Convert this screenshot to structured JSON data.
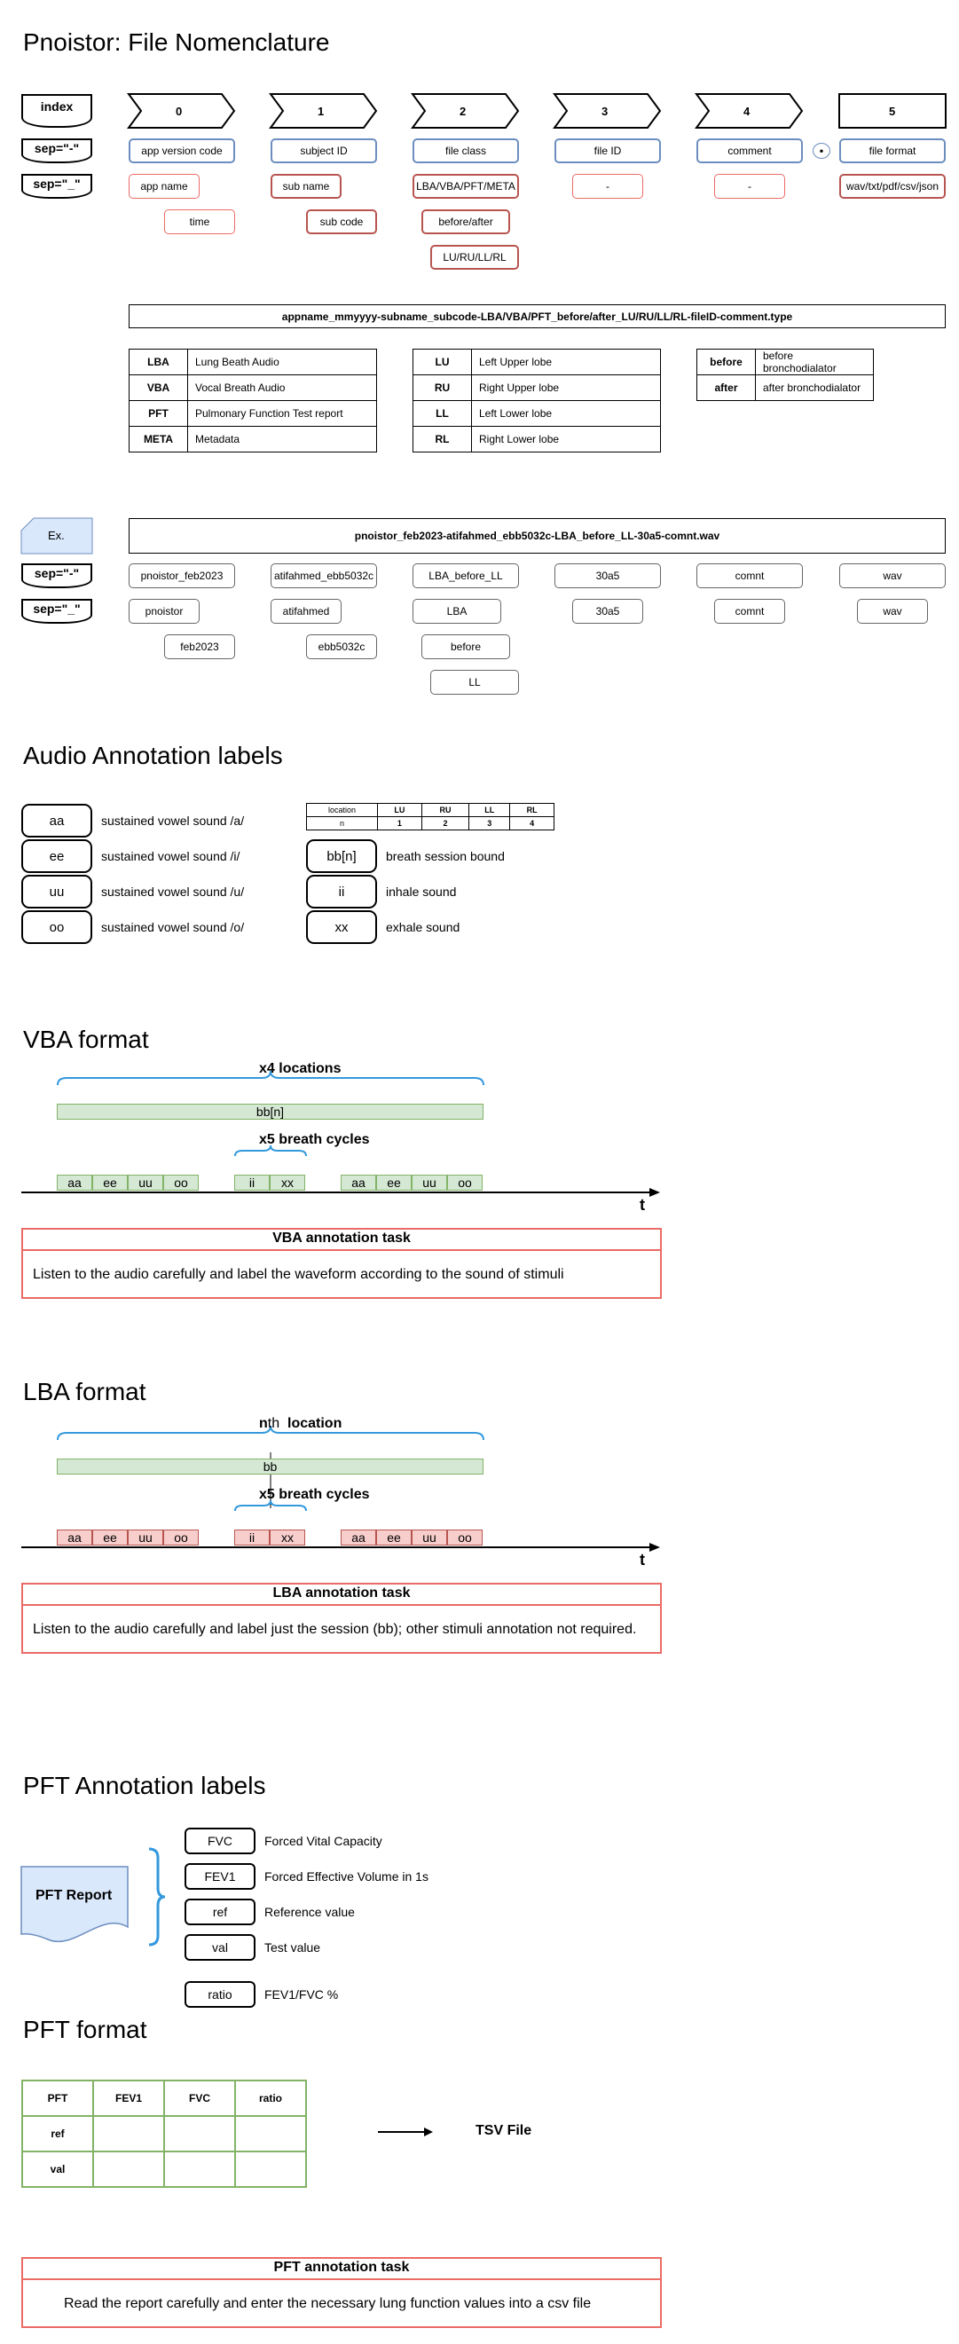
{
  "titles": {
    "nomenclature": "Pnoistor: File Nomenclature",
    "audio_labels": "Audio Annotation labels",
    "vba_format": "VBA format",
    "lba_format": "LBA format",
    "pft_labels": "PFT Annotation labels",
    "pft_format": "PFT format"
  },
  "left_labels": {
    "index": "index",
    "sep_dash": "sep=\"-\"",
    "sep_under": "sep=\"_\"",
    "example": "Ex."
  },
  "indices": [
    "0",
    "1",
    "2",
    "3",
    "4",
    "5"
  ],
  "dot_symbol": "•",
  "dash_fields": [
    "app version code",
    "subject ID",
    "file class",
    "file ID",
    "comment",
    "file format"
  ],
  "under_fields": {
    "c0": [
      "app name",
      "time"
    ],
    "c1": [
      "sub name",
      "sub code"
    ],
    "c2": [
      "LBA/VBA/PFT/META",
      "before/after",
      "LU/RU/LL/RL"
    ],
    "c3": [
      "-"
    ],
    "c4": [
      "-"
    ],
    "c5": [
      "wav/txt/pdf/csv/json"
    ]
  },
  "pattern": "appname_mmyyyy-subname_subcode-LBA/VBA/PFT_before/after_LU/RU/LL/RL-fileID-comment.type",
  "class_table": [
    [
      "LBA",
      "Lung Beath Audio"
    ],
    [
      "VBA",
      "Vocal Breath Audio"
    ],
    [
      "PFT",
      "Pulmonary Function Test report"
    ],
    [
      "META",
      "Metadata"
    ]
  ],
  "lobe_table": [
    [
      "LU",
      "Left Upper lobe"
    ],
    [
      "RU",
      "Right Upper lobe"
    ],
    [
      "LL",
      "Left Lower lobe"
    ],
    [
      "RL",
      "Right Lower lobe"
    ]
  ],
  "timing_table": [
    [
      "before",
      "before bronchodialator"
    ],
    [
      "after",
      "after bronchodialator"
    ]
  ],
  "example": {
    "filename": "pnoistor_feb2023-atifahmed_ebb5032c-LBA_before_LL-30a5-comnt.wav",
    "dash_fields": [
      "pnoistor_feb2023",
      "atifahmed_ebb5032c",
      "LBA_before_LL",
      "30a5",
      "comnt",
      "wav"
    ],
    "under_fields": {
      "c0": [
        "pnoistor",
        "feb2023"
      ],
      "c1": [
        "atifahmed",
        "ebb5032c"
      ],
      "c2": [
        "LBA",
        "before",
        "LL"
      ],
      "c3": [
        "30a5"
      ],
      "c4": [
        "comnt"
      ],
      "c5": [
        "wav"
      ]
    }
  },
  "vowel_labels": [
    {
      "code": "aa",
      "desc": "sustained vowel sound /a/"
    },
    {
      "code": "ee",
      "desc": "sustained vowel sound /i/"
    },
    {
      "code": "uu",
      "desc": "sustained vowel sound /u/"
    },
    {
      "code": "oo",
      "desc": "sustained vowel sound /o/"
    }
  ],
  "location_table": {
    "headers": [
      "location",
      "LU",
      "RU",
      "LL",
      "RL"
    ],
    "values": [
      "n",
      "1",
      "2",
      "3",
      "4"
    ]
  },
  "breath_labels": [
    {
      "code": "bb[n]",
      "desc": "breath session bound"
    },
    {
      "code": "ii",
      "desc": "inhale sound"
    },
    {
      "code": "xx",
      "desc": "exhale sound"
    }
  ],
  "vba": {
    "brace_label": "x4 locations",
    "session": "bb[n]",
    "cycles_label": "x5 breath cycles",
    "segments_a": [
      "aa",
      "ee",
      "uu",
      "oo"
    ],
    "segments_b": [
      "ii",
      "xx"
    ],
    "segments_c": [
      "aa",
      "ee",
      "uu",
      "oo"
    ],
    "axis": "t",
    "task_title": "VBA annotation task",
    "task_body": "Listen to the audio carefully and label the waveform according to the sound of stimuli"
  },
  "lba": {
    "brace_label_n": "n",
    "brace_label_th": "th",
    "brace_label_rest": "location",
    "session": "bb",
    "cycles_label": "x5 breath cycles",
    "segments_a": [
      "aa",
      "ee",
      "uu",
      "oo"
    ],
    "segments_b": [
      "ii",
      "xx"
    ],
    "segments_c": [
      "aa",
      "ee",
      "uu",
      "oo"
    ],
    "axis": "t",
    "task_title": "LBA annotation task",
    "task_body": "Listen to the audio carefully and label just the session (bb); other stimuli annotation not required."
  },
  "pft_report": "PFT Report",
  "pft_labels": [
    {
      "code": "FVC",
      "desc": "Forced Vital Capacity"
    },
    {
      "code": "FEV1",
      "desc": "Forced Effective Volume in 1s"
    },
    {
      "code": "ref",
      "desc": "Reference value"
    },
    {
      "code": "val",
      "desc": "Test value"
    }
  ],
  "pft_ratio": {
    "code": "ratio",
    "desc": "FEV1/FVC %"
  },
  "pft_table": {
    "headers": [
      "PFT",
      "FEV1",
      "FVC",
      "ratio"
    ],
    "rows": [
      "ref",
      "val"
    ]
  },
  "tsv_label": "TSV File",
  "pft_task": {
    "title": "PFT annotation task",
    "body": "Read the report carefully and enter the necessary lung function values into a csv file"
  },
  "colors": {
    "blue_border": "#6c8ebf",
    "red_border": "#b85450",
    "light_red": "#ea6b66",
    "green_fill": "#d5e8d4",
    "green_border": "#82b366",
    "red_fill": "#f8cecc",
    "brace_blue": "#3399dd",
    "doc_fill": "#dae8fc"
  }
}
